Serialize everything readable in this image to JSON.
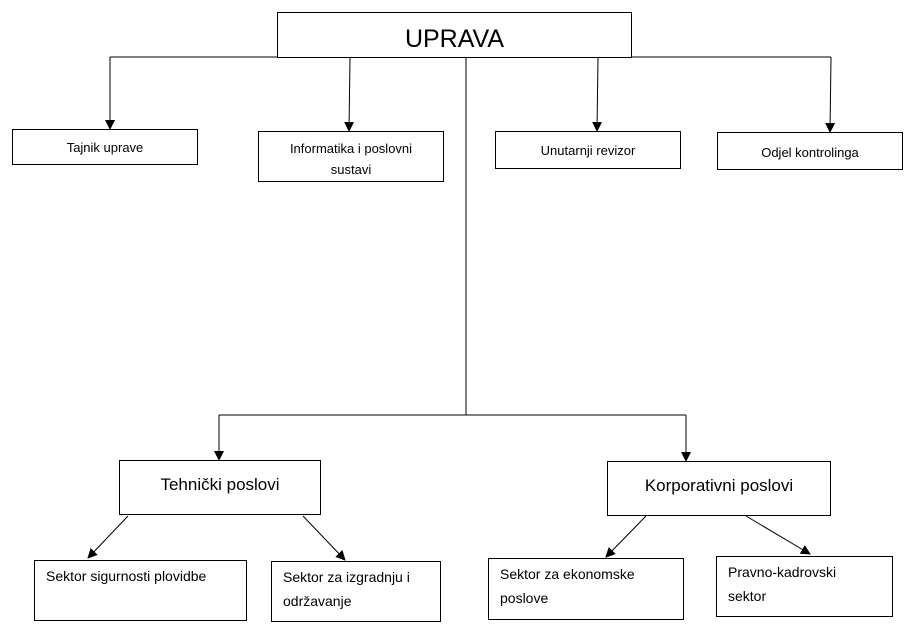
{
  "root": {
    "label": "UPRAVA"
  },
  "staff": [
    {
      "label": "Tajnik uprave"
    },
    {
      "label": "Informatika i poslovni\nsustavi"
    },
    {
      "label": "Unutarnji revizor"
    },
    {
      "label": "Odjel kontrolinga"
    }
  ],
  "divisions": [
    {
      "label": "Tehnički poslovi"
    },
    {
      "label": "Korporativni poslovi"
    }
  ],
  "sectors": [
    {
      "label": "Sektor sigurnosti plovidbe"
    },
    {
      "label": "Sektor za izgradnju i\nodržavanje"
    },
    {
      "label": "Sektor za ekonomske\nposlove"
    },
    {
      "label": "Pravno-kadrovski\nsektor"
    }
  ]
}
